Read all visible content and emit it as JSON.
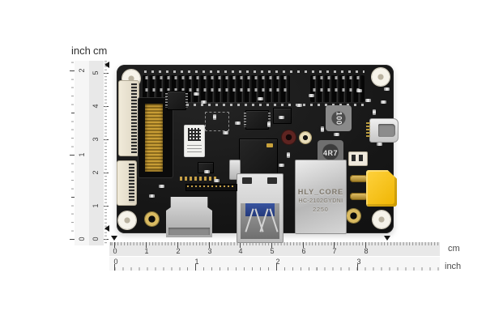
{
  "image": {
    "subject": "black single-board computer viewed from above with centimetre and inch rulers for scale"
  },
  "rulers": {
    "vertical": {
      "header": {
        "inch": "inch",
        "cm": "cm"
      },
      "cm": {
        "labels": [
          "5",
          "4",
          "3",
          "2",
          "1",
          "0"
        ]
      },
      "inch": {
        "labels": [
          "2",
          "1",
          "0"
        ]
      }
    },
    "horizontal": {
      "cm": {
        "labels": [
          "0",
          "1",
          "2",
          "3",
          "4",
          "5",
          "6",
          "7",
          "8"
        ],
        "unit": "cm"
      },
      "inch": {
        "labels": [
          "0",
          "1",
          "2",
          "3"
        ],
        "unit": "inch"
      }
    }
  },
  "board": {
    "inductor_big_label": "100",
    "inductor_small_label": "4R7",
    "ethernet_shield": {
      "line1": "HLY_CORE",
      "line2": "HC-2102GYDNI",
      "line3": "2250"
    }
  },
  "colors": {
    "pcb": "#161616",
    "gold_pad": "#d9ba61",
    "ruler_band_cm": "#e8e8e8",
    "ruler_band_inch": "#f6f6f6",
    "tick": "#4a4a4a",
    "power_connector_yellow": "#f6c21a",
    "usb3_blue": "#39549f"
  }
}
